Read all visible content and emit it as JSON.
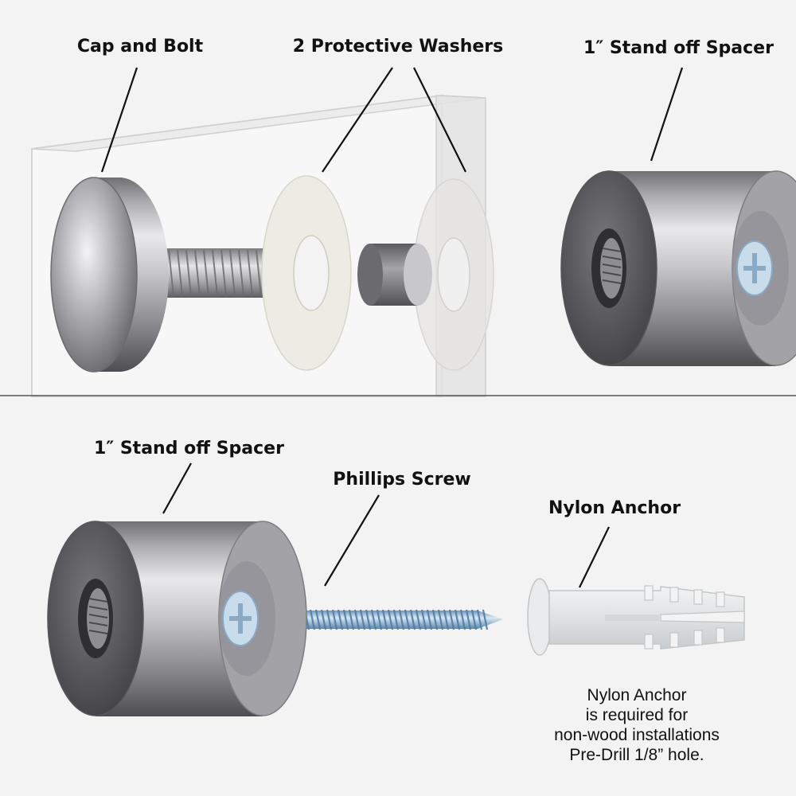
{
  "labels": {
    "cap_and_bolt": "Cap and Bolt",
    "washers": "2 Protective Washers",
    "spacer_top": "1″ Stand off Spacer",
    "spacer_bottom": "1″ Stand off Spacer",
    "phillips_screw": "Phillips Screw",
    "nylon_anchor": "Nylon Anchor"
  },
  "note": {
    "line1": "Nylon Anchor",
    "line2": "is required for",
    "line3": "non-wood installations",
    "line4": "Pre-Drill 1/8” hole."
  },
  "colors": {
    "background": "#f3f3f3",
    "divider": "#555555",
    "metal_dark": "#5a5a5e",
    "metal_light": "#e6e6e8",
    "washer": "#ecebe4",
    "screw": "#9ec2de",
    "anchor": "#e4e6e7"
  }
}
